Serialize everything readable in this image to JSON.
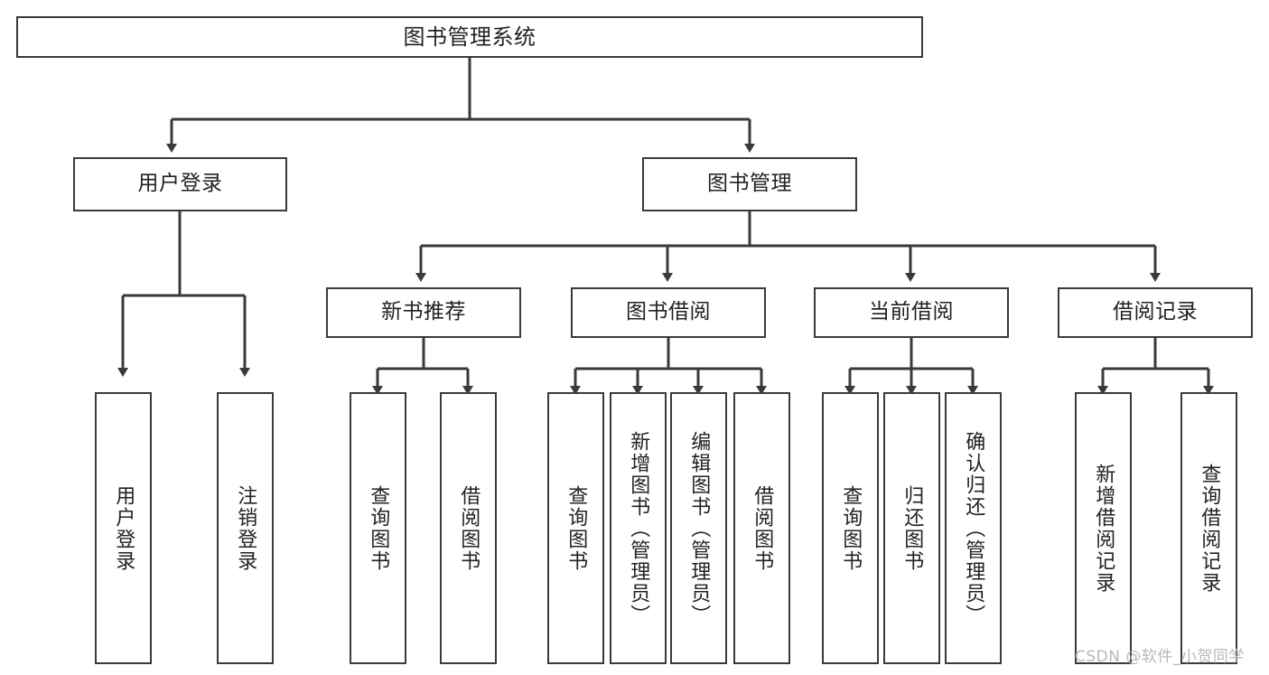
{
  "diagram": {
    "title": "图书管理系统",
    "type": "功能结构图",
    "style": {
      "border_color": "#3a3a3a",
      "text_color": "#222222",
      "background": "#ffffff",
      "watermark_color": "#b8b8b8"
    }
  },
  "root": {
    "id": "root",
    "label": "图书管理系统"
  },
  "level1": [
    {
      "id": "user-login",
      "label": "用户登录"
    },
    {
      "id": "book-manage",
      "label": "图书管理"
    }
  ],
  "level2": [
    {
      "id": "new-book-recommend",
      "label": "新书推荐",
      "parent": "book-manage"
    },
    {
      "id": "book-borrow",
      "label": "图书借阅",
      "parent": "book-manage"
    },
    {
      "id": "current-borrow",
      "label": "当前借阅",
      "parent": "book-manage"
    },
    {
      "id": "borrow-record",
      "label": "借阅记录",
      "parent": "book-manage"
    }
  ],
  "leaves": [
    {
      "id": "leaf-user-login",
      "label": "用户登录",
      "parent": "user-login"
    },
    {
      "id": "leaf-logout",
      "label": "注销登录",
      "parent": "user-login"
    },
    {
      "id": "leaf-query-book-1",
      "label": "查询图书",
      "parent": "new-book-recommend"
    },
    {
      "id": "leaf-borrow-book-1",
      "label": "借阅图书",
      "parent": "new-book-recommend"
    },
    {
      "id": "leaf-query-book-2",
      "label": "查询图书",
      "parent": "book-borrow"
    },
    {
      "id": "leaf-add-book",
      "label": "新增图书（管理员）",
      "parent": "book-borrow"
    },
    {
      "id": "leaf-edit-book",
      "label": "编辑图书（管理员）",
      "parent": "book-borrow"
    },
    {
      "id": "leaf-borrow-book-2",
      "label": "借阅图书",
      "parent": "book-borrow"
    },
    {
      "id": "leaf-query-book-3",
      "label": "查询图书",
      "parent": "current-borrow"
    },
    {
      "id": "leaf-return-book",
      "label": "归还图书",
      "parent": "current-borrow"
    },
    {
      "id": "leaf-confirm-return",
      "label": "确认归还（管理员）",
      "parent": "current-borrow"
    },
    {
      "id": "leaf-add-record",
      "label": "新增借阅记录",
      "parent": "borrow-record"
    },
    {
      "id": "leaf-query-record",
      "label": "查询借阅记录",
      "parent": "borrow-record"
    }
  ],
  "watermark": {
    "text": "CSDN @软件_小贺同学"
  }
}
